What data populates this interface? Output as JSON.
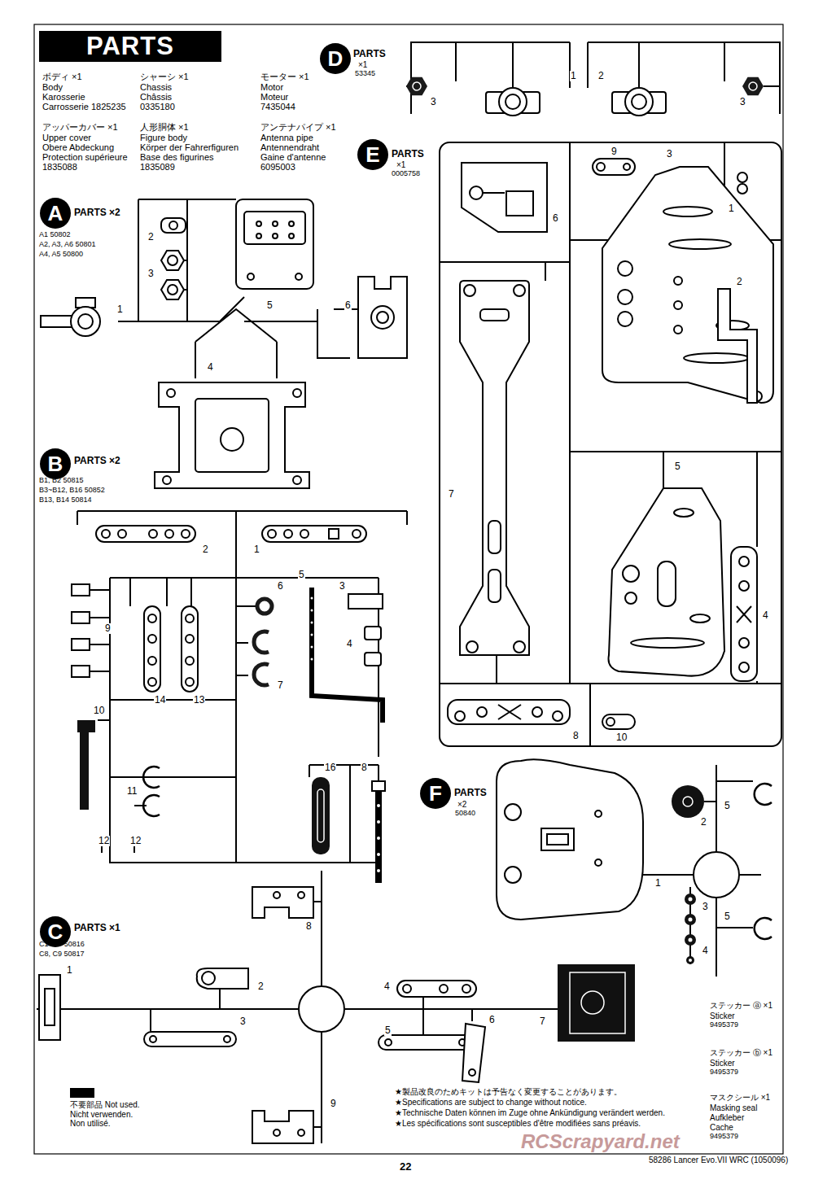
{
  "diagram": {
    "title": "PARTS",
    "nodes": [
      {
        "text": [
          "D"
        ]
      },
      {
        "text": [
          "E"
        ]
      },
      {
        "text": [
          "A"
        ]
      },
      {
        "text": [
          "B"
        ]
      },
      {
        "text": [
          "F"
        ]
      },
      {
        "text": [
          "C"
        ]
      }
    ],
    "labels": [
      "ボディ ×1",
      "Body",
      "Karosserie",
      "Carrosserie 1825235",
      "シャーシ ×1",
      "Chassis",
      "Châssis",
      "0335180",
      "モーター ×1",
      "Motor",
      "Moteur",
      "7435044",
      "アッパーカバー ×1",
      "Upper cover",
      "Obere Abdeckung",
      "Protection supérieure",
      "1835088",
      "人形胴体 ×1",
      "Figure body",
      "Körper der Fahrerfiguren",
      "Base des figurines",
      "1835089",
      "アンテナパイプ ×1",
      "Antenna pipe",
      "Antennendraht",
      "Gaine d'antenne",
      "6095003",
      "PARTS",
      "×1",
      "53345",
      "3",
      "1",
      "2",
      "3",
      "PARTS",
      "×1",
      "0005758",
      "9",
      "3",
      "6",
      "1",
      "2",
      "7",
      "5",
      "4",
      "8",
      "10",
      "PARTS ×2",
      "A1 50802",
      "A2, A3, A6 50801",
      "A4, A5 50800",
      "2",
      "3",
      "1",
      "5",
      "6",
      "4",
      "PARTS ×2",
      "B1, B2 50815",
      "B3~B12, B16 50852",
      "B13, B14 50814",
      "2",
      "1",
      "6",
      "5",
      "3",
      "9",
      "4",
      "7",
      "14",
      "13",
      "10",
      "11",
      "16",
      "8",
      "12",
      "12",
      "PARTS",
      "×2",
      "50840",
      "2",
      "5",
      "1",
      "3",
      "5",
      "4",
      "PARTS ×1",
      "C1~C7 50816",
      "C8, C9 50817",
      "1",
      "2",
      "3",
      "4",
      "5",
      "6",
      "7",
      "8",
      "9",
      "ステッカー ⓐ ×1",
      "Sticker",
      "9495379",
      "ステッカー ⓑ ×1",
      "Sticker",
      "9495379",
      "マスクシール ×1",
      "Masking seal",
      "Aufkleber",
      "Cache",
      "9495379",
      "★製品改良のためキットは予告なく変更することがあります。",
      "★Specifications are subject to change without notice.",
      "★Technische Daten können im Zuge ohne Ankündigung verändert werden.",
      "★Les spécifications sont susceptibles d'être modifiées sans préavis.",
      "RCScrapyard.net",
      "22",
      "58286 Lancer Evo.VII WRC (1050096)"
    ],
    "legend": [
      {
        "text": "不要部品 Not used. Nicht verwenden. Non utilisé.",
        "color": "#000000"
      }
    ]
  }
}
